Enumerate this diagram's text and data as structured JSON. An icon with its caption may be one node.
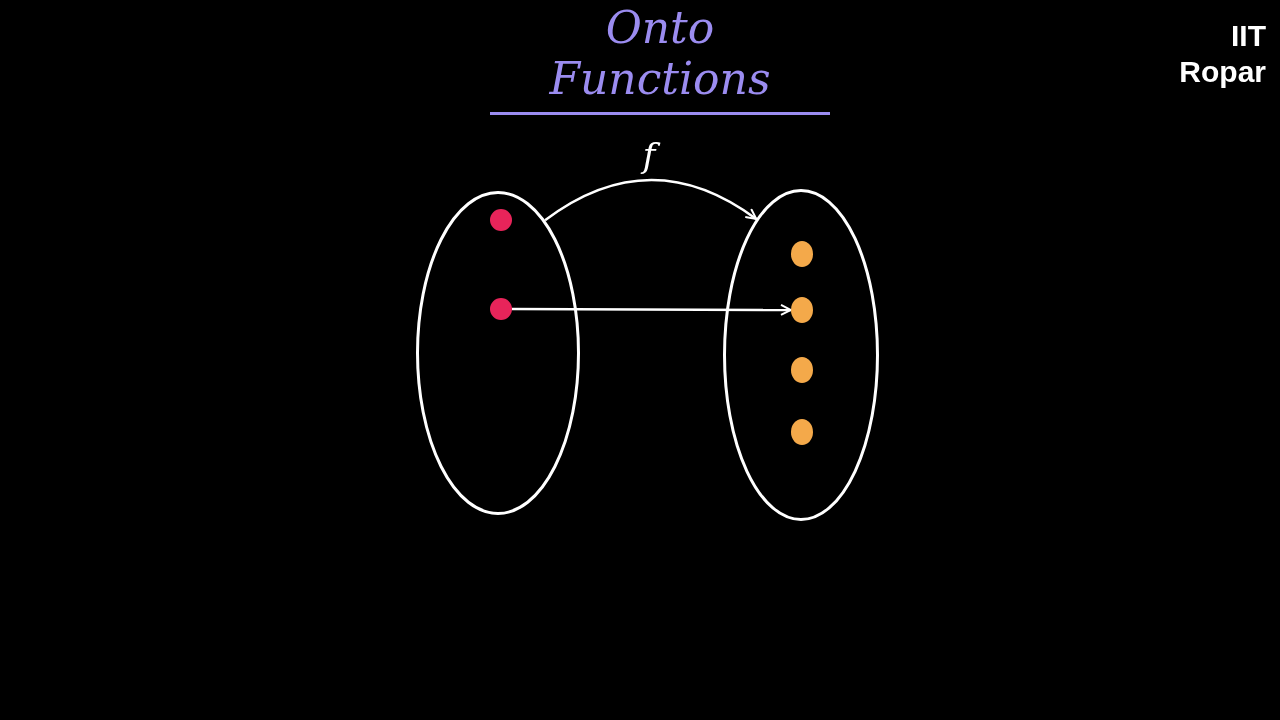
{
  "diagram": {
    "title": "Onto Functions",
    "nodes": [
      {
        "text": [],
        "shape": "circle"
      },
      {
        "text": [],
        "shape": "circle",
        "in": 0
      },
      {
        "text": [],
        "shape": "circle",
        "in": 0
      },
      {
        "text": [],
        "shape": "circle"
      },
      {
        "text": [],
        "shape": "circle",
        "in": 3
      },
      {
        "text": [],
        "shape": "circle",
        "in": 3
      },
      {
        "text": [],
        "shape": "circle",
        "in": 3
      },
      {
        "text": [],
        "shape": "circle",
        "in": 3
      }
    ],
    "edges": [
      {
        "from": 0,
        "to": 3,
        "arrow": "to",
        "label": "f"
      },
      {
        "from": 2,
        "to": 5,
        "arrow": "to"
      }
    ],
    "labels": [
      "IIT Ropar"
    ]
  }
}
